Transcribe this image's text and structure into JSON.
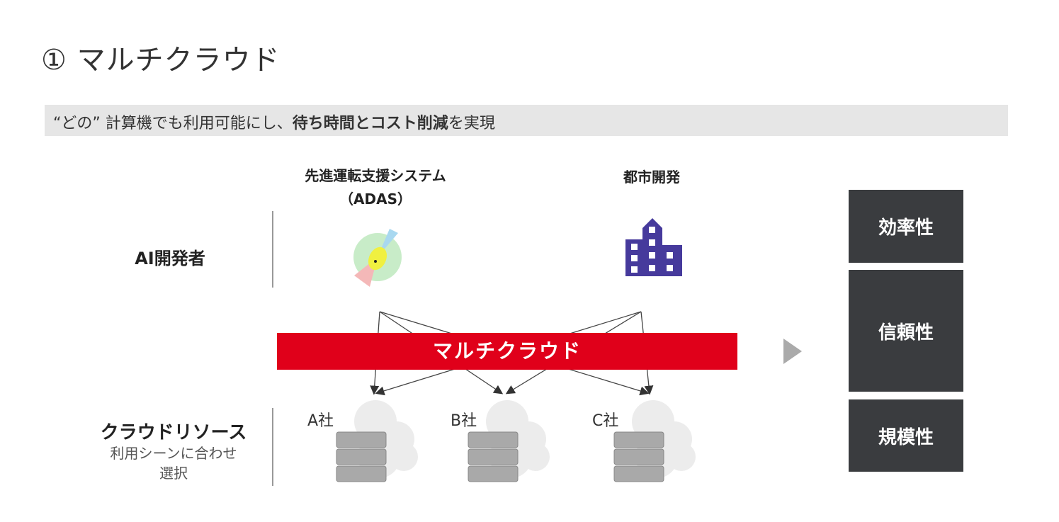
{
  "title": "① マルチクラウド",
  "banner": {
    "pre": "“どの” 計算機でも利用可能にし、",
    "bold": "待ち時間とコスト削減",
    "post": "を実現"
  },
  "rows": {
    "ai_dev": "AI開発者",
    "cloud_title": "クラウドリソース",
    "cloud_sub1": "利用シーンに合わせ",
    "cloud_sub2": "選択"
  },
  "use_cases": [
    {
      "label1": "先進運転支援システム",
      "label2": "（ADAS）",
      "icon": "radar-icon"
    },
    {
      "label1": "都市開発",
      "icon": "building-icon"
    }
  ],
  "center": "マルチクラウド",
  "providers": [
    "A社",
    "B社",
    "C社"
  ],
  "benefits": [
    "効率性",
    "信頼性",
    "規模性"
  ],
  "colors": {
    "accent": "#e0001a",
    "box": "#3a3c3f",
    "building": "#463a9c"
  }
}
